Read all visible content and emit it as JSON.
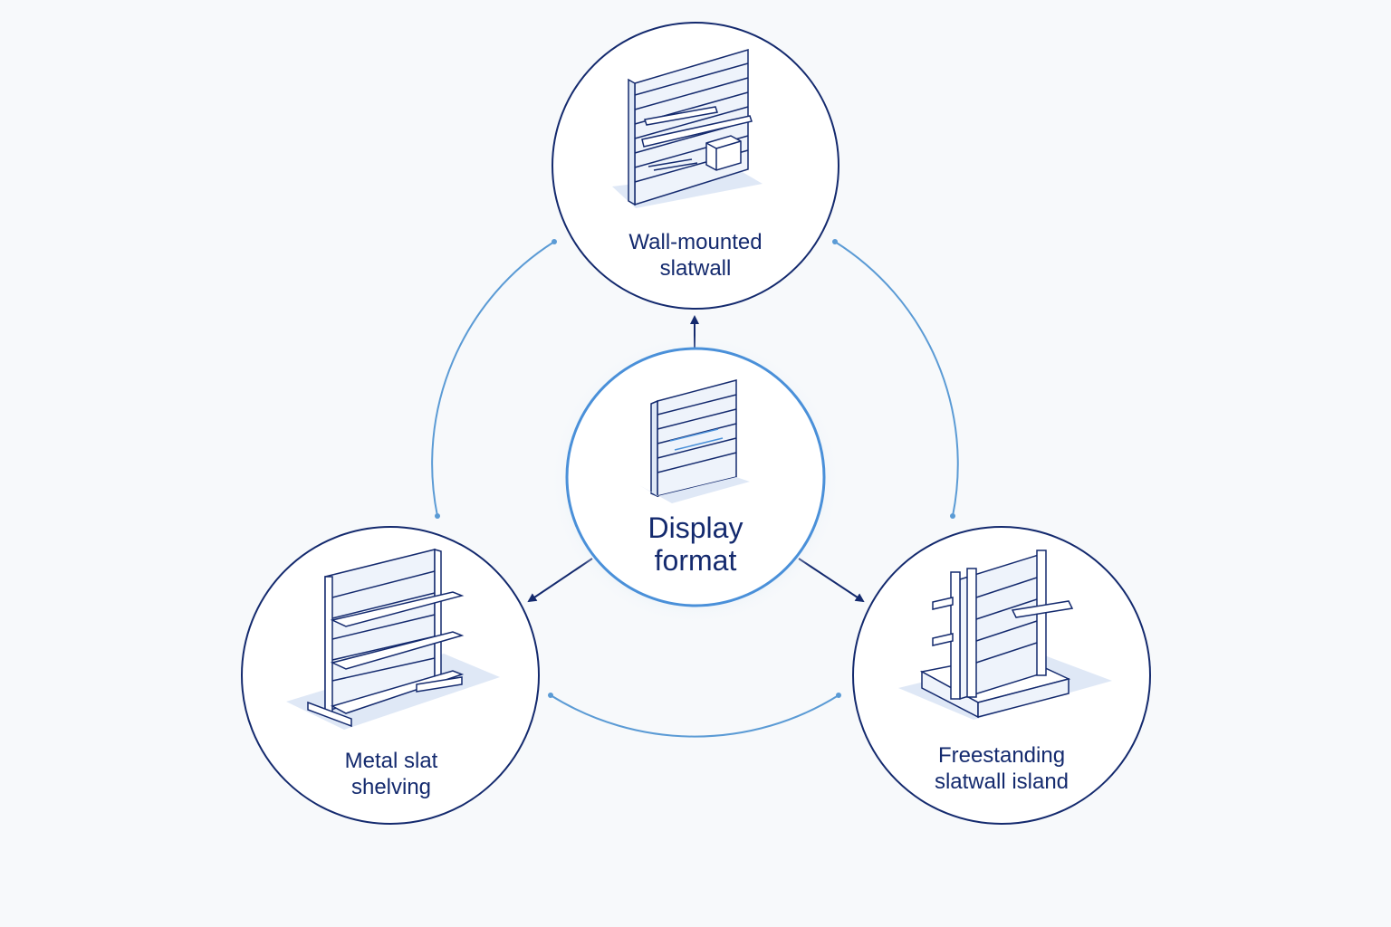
{
  "diagram": {
    "center": {
      "lines": [
        "Display",
        "format"
      ]
    },
    "nodes": [
      {
        "id": "wall",
        "icon": "wall-mounted-slatwall-icon",
        "lines": [
          "Wall-mounted",
          "slatwall"
        ]
      },
      {
        "id": "metal",
        "icon": "metal-slat-shelving-icon",
        "lines": [
          "Metal slat",
          "shelving"
        ]
      },
      {
        "id": "island",
        "icon": "freestanding-slatwall-island-icon",
        "lines": [
          "Freestanding",
          "slatwall island"
        ]
      }
    ],
    "colors": {
      "background": "#f7f9fb",
      "ink": "#142a6e",
      "accent": "#4a90d9",
      "cycle": "#5b9bd5"
    }
  }
}
